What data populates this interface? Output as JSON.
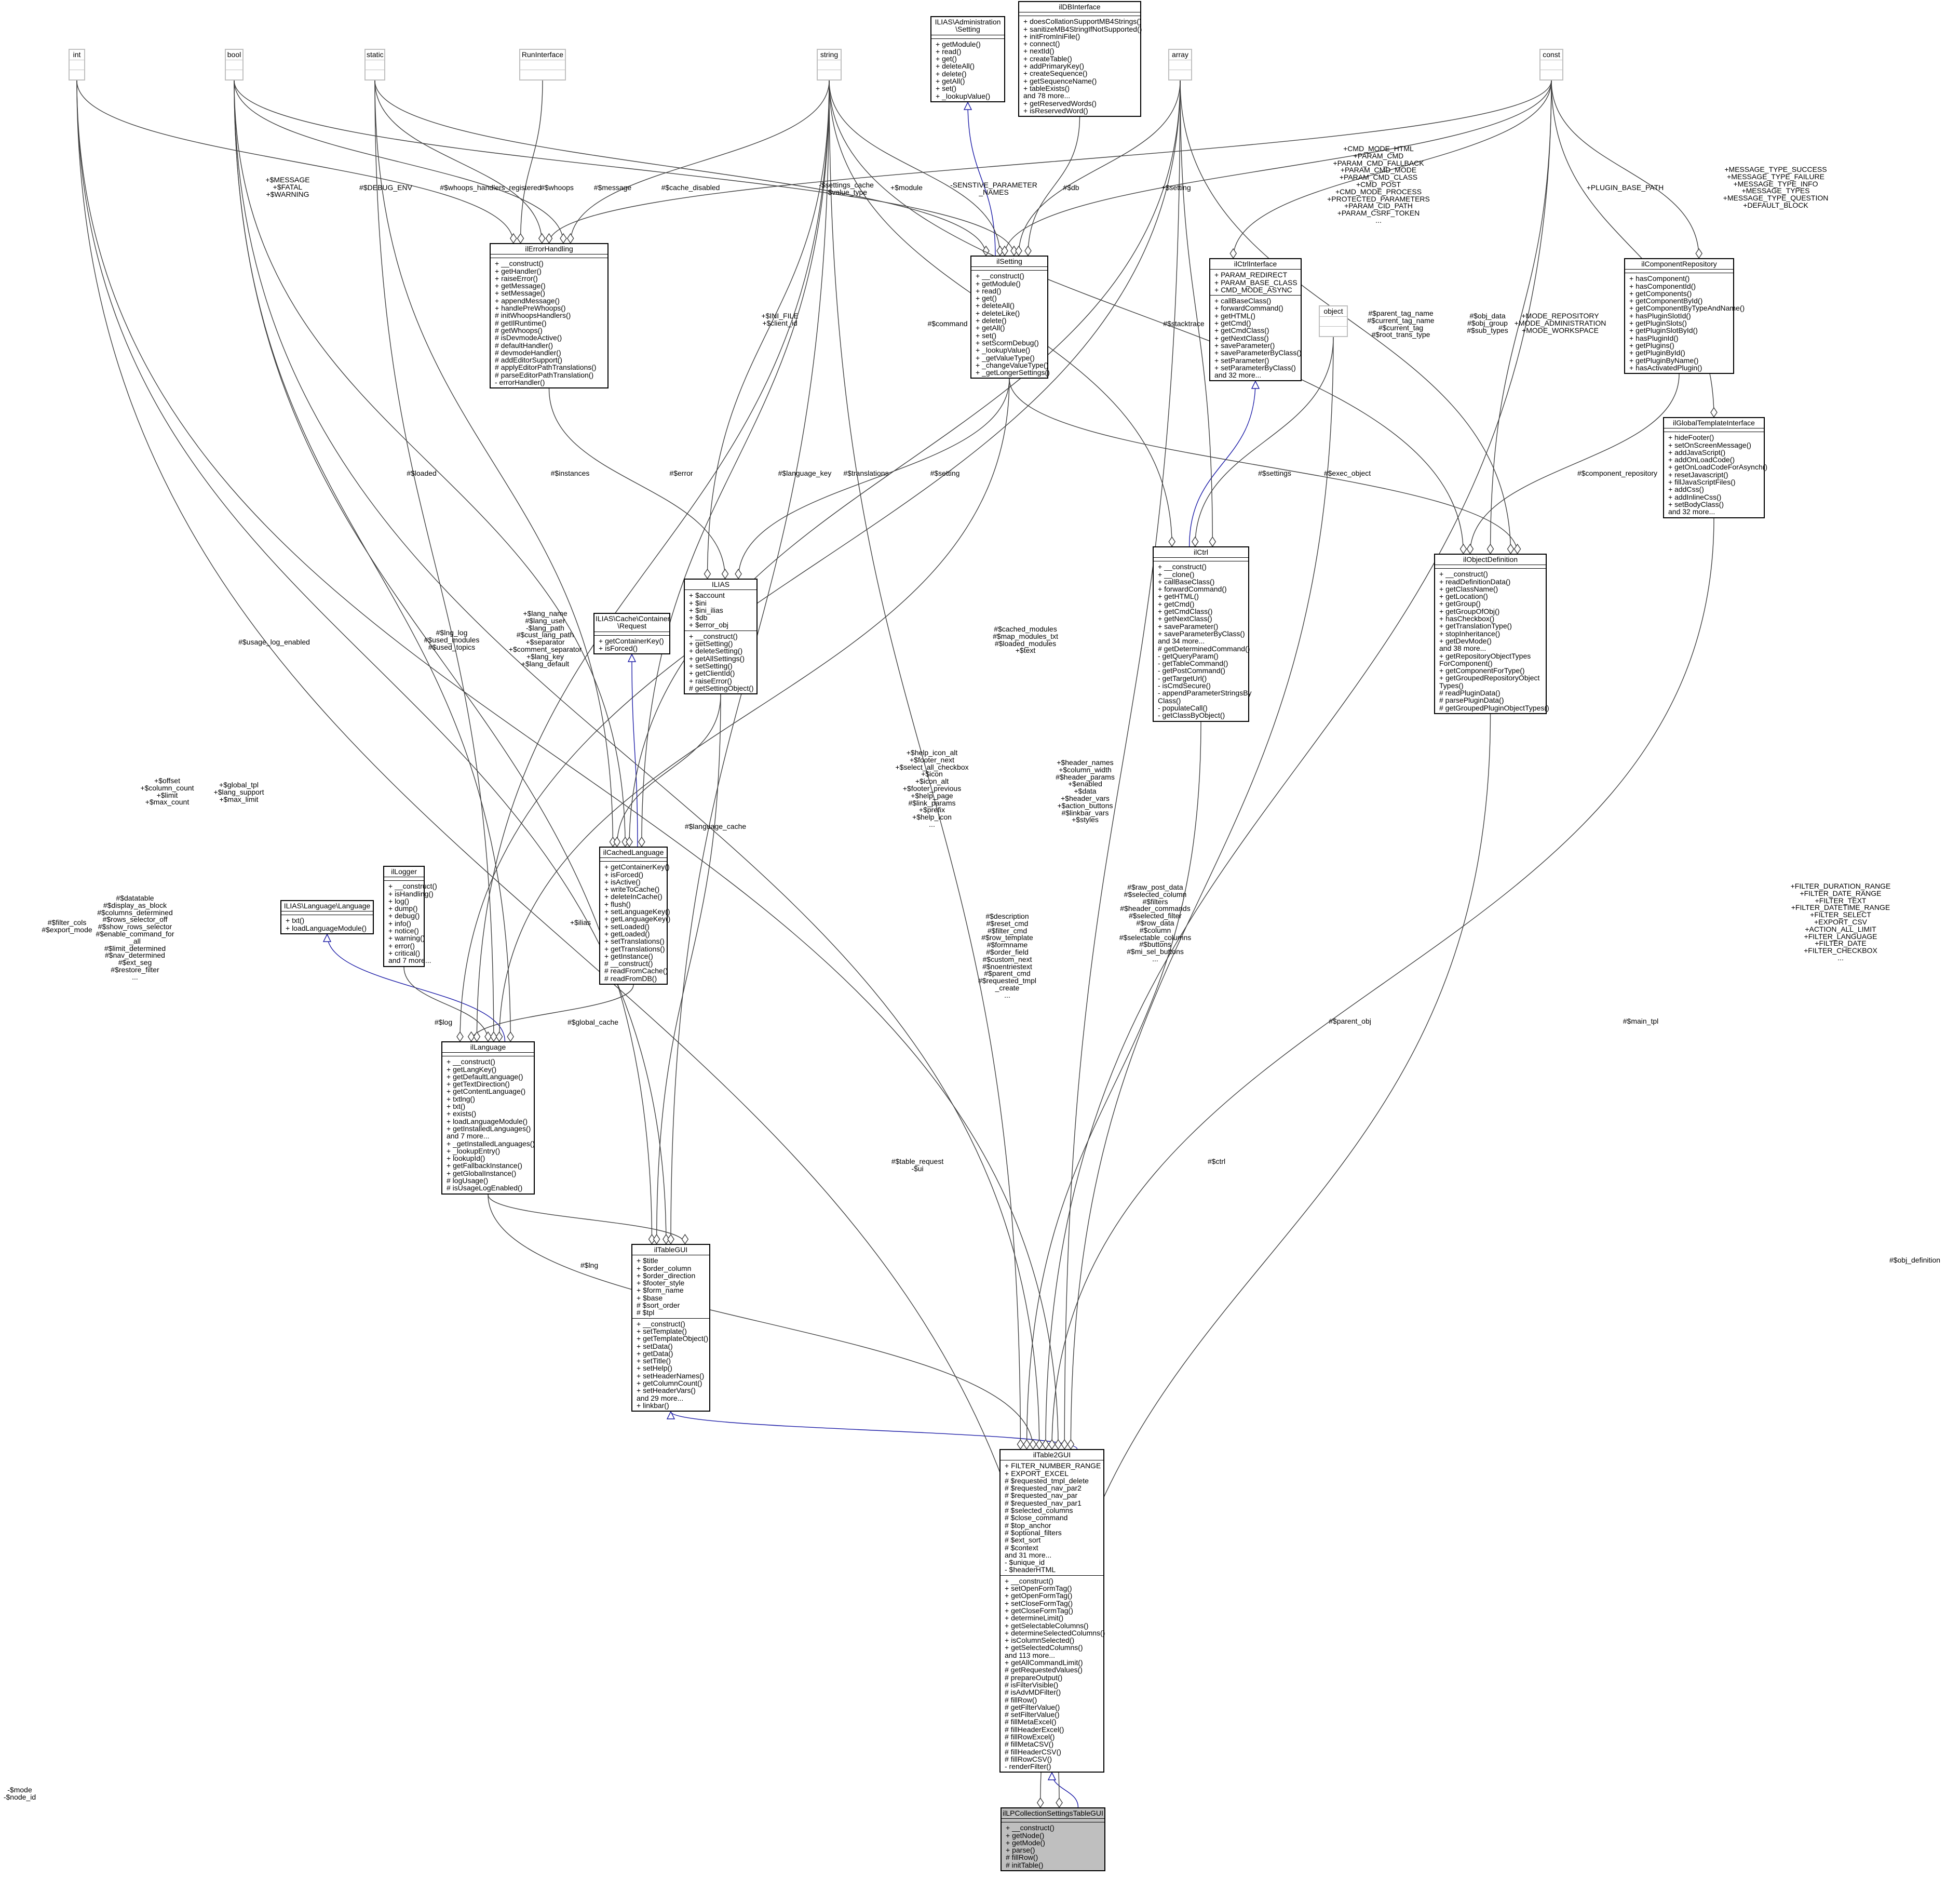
{
  "classes": [
    {
      "id": "int",
      "name": "int",
      "attrs": [],
      "methods": [],
      "plain": true
    },
    {
      "id": "bool",
      "name": "bool",
      "attrs": [],
      "methods": [],
      "plain": true
    },
    {
      "id": "static",
      "name": "static",
      "attrs": [],
      "methods": [],
      "plain": true
    },
    {
      "id": "RunInterface",
      "name": "RunInterface",
      "attrs": [],
      "methods": [],
      "plain": true
    },
    {
      "id": "string",
      "name": "string",
      "attrs": [],
      "methods": [],
      "plain": true
    },
    {
      "id": "array",
      "name": "array",
      "attrs": [],
      "methods": [],
      "plain": true
    },
    {
      "id": "const",
      "name": "const",
      "attrs": [],
      "methods": [],
      "plain": true
    },
    {
      "id": "object",
      "name": "object",
      "attrs": [],
      "methods": [],
      "plain": true
    },
    {
      "id": "ILIASAdminSetting",
      "name": "ILIAS\\Administration\n\\Setting",
      "attrs": [],
      "methods": [
        "+ getModule()",
        "+ read()",
        "+ get()",
        "+ deleteAll()",
        "+ delete()",
        "+ getAll()",
        "+ set()",
        "+ _lookupValue()"
      ]
    },
    {
      "id": "ilDBInterface",
      "name": "ilDBInterface",
      "attrs": [],
      "methods": [
        "+ doesCollationSupportMB4Strings()",
        "+ sanitizeMB4StringIfNotSupported()",
        "+ initFromIniFile()",
        "+ connect()",
        "+ nextId()",
        "+ createTable()",
        "+ addPrimaryKey()",
        "+ createSequence()",
        "+ getSequenceName()",
        "+ tableExists()",
        "and 78 more...",
        "+ getReservedWords()",
        "+ isReservedWord()"
      ]
    },
    {
      "id": "ilErrorHandling",
      "name": "ilErrorHandling",
      "attrs": [],
      "methods": [
        "+ __construct()",
        "+ getHandler()",
        "+ raiseError()",
        "+ getMessage()",
        "+ setMessage()",
        "+ appendMessage()",
        "+ handlePreWhoops()",
        "# initWhoopsHandlers()",
        "# getIlRuntime()",
        "# getWhoops()",
        "# isDevmodeActive()",
        "# defaultHandler()",
        "# devmodeHandler()",
        "# addEditorSupport()",
        "# applyEditorPathTranslations()",
        "# parseEditorPathTranslation()",
        "- errorHandler()"
      ]
    },
    {
      "id": "ilSetting",
      "name": "ilSetting",
      "attrs": [],
      "methods": [
        "+ __construct()",
        "+ getModule()",
        "+ read()",
        "+ get()",
        "+ deleteAll()",
        "+ deleteLike()",
        "+ delete()",
        "+ getAll()",
        "+ set()",
        "+ setScormDebug()",
        "+ _lookupValue()",
        "+ _getValueType()",
        "+ _changeValueType()",
        "+ _getLongerSettings()"
      ]
    },
    {
      "id": "ilCtrlInterface",
      "name": "ilCtrlInterface",
      "attrs": [
        "+ PARAM_REDIRECT",
        "+ PARAM_BASE_CLASS",
        "+ CMD_MODE_ASYNC"
      ],
      "methods": [
        "+ callBaseClass()",
        "+ forwardCommand()",
        "+ getHTML()",
        "+ getCmd()",
        "+ getCmdClass()",
        "+ getNextClass()",
        "+ saveParameter()",
        "+ saveParameterByClass()",
        "+ setParameter()",
        "+ setParameterByClass()",
        "and 32 more..."
      ]
    },
    {
      "id": "ilComponentRepository",
      "name": "ilComponentRepository",
      "attrs": [],
      "methods": [
        "+ hasComponent()",
        "+ hasComponentId()",
        "+ getComponents()",
        "+ getComponentById()",
        "+ getComponentByTypeAndName()",
        "+ hasPluginSlotId()",
        "+ getPluginSlots()",
        "+ getPluginSlotById()",
        "+ hasPluginId()",
        "+ getPlugins()",
        "+ getPluginById()",
        "+ getPluginByName()",
        "+ hasActivatedPlugin()"
      ]
    },
    {
      "id": "ilGlobalTemplateInterface",
      "name": "ilGlobalTemplateInterface",
      "attrs": [],
      "methods": [
        "+ hideFooter()",
        "+ setOnScreenMessage()",
        "+ addJavaScript()",
        "+ addOnLoadCode()",
        "+ getOnLoadCodeForAsynch()",
        "+ resetJavascript()",
        "+ fillJavaScriptFiles()",
        "+ addCss()",
        "+ addInlineCss()",
        "+ setBodyClass()",
        "and 32 more..."
      ]
    },
    {
      "id": "ILIAS",
      "name": "ILIAS",
      "attrs": [
        "+ $account",
        "+ $ini",
        "+ $ini_ilias",
        "+ $db",
        "+ $error_obj"
      ],
      "methods": [
        "+ __construct()",
        "+ getSetting()",
        "+ deleteSetting()",
        "+ getAllSettings()",
        "+ setSetting()",
        "+ getClientId()",
        "+ raiseError()",
        "# getSettingObject()"
      ]
    },
    {
      "id": "ilCtrl",
      "name": "ilCtrl",
      "attrs": [],
      "methods": [
        "+ __construct()",
        "+ __clone()",
        "+ callBaseClass()",
        "+ forwardCommand()",
        "+ getHTML()",
        "+ getCmd()",
        "+ getCmdClass()",
        "+ getNextClass()",
        "+ saveParameter()",
        "+ saveParameterByClass()",
        "and 34 more...",
        "# getDeterminedCommand()",
        "- getQueryParam()",
        "- getTableCommand()",
        "- getPostCommand()",
        "- getTargetUrl()",
        "- isCmdSecure()",
        "- appendParameterStringsBy",
        "Class()",
        "- populateCall()",
        "- getClassByObject()"
      ]
    },
    {
      "id": "ilObjectDefinition",
      "name": "ilObjectDefinition",
      "attrs": [],
      "methods": [
        "+ __construct()",
        "+ readDefinitionData()",
        "+ getClassName()",
        "+ getLocation()",
        "+ getGroup()",
        "+ getGroupOfObj()",
        "+ hasCheckbox()",
        "+ getTranslationType()",
        "+ stopInheritance()",
        "+ getDevMode()",
        "and 38 more...",
        "+ getRepositoryObjectTypes",
        "ForComponent()",
        "+ getComponentForType()",
        "+ getGroupedRepositoryObject",
        "Types()",
        "# readPluginData()",
        "# parsePluginData()",
        "# getGroupedPluginObjectTypes()"
      ]
    },
    {
      "id": "ILIASCacheRequest",
      "name": "ILIAS\\Cache\\Container\n\\Request",
      "attrs": [],
      "methods": [
        "+ getContainerKey()",
        "+ isForced()"
      ]
    },
    {
      "id": "ilCachedLanguage",
      "name": "ilCachedLanguage",
      "attrs": [],
      "methods": [
        "+ getContainerKey()",
        "+ isForced()",
        "+ isActive()",
        "+ writeToCache()",
        "+ deleteInCache()",
        "+ flush()",
        "+ setLanguageKey()",
        "+ getLanguageKey()",
        "+ setLoaded()",
        "+ getLoaded()",
        "+ setTranslations()",
        "+ getTranslations()",
        "+ getInstance()",
        "# __construct()",
        "# readFromCache()",
        "# readFromDB()"
      ]
    },
    {
      "id": "ILIASLanguage",
      "name": "ILIAS\\Language\\Language",
      "attrs": [],
      "methods": [
        "+ txt()",
        "+ loadLanguageModule()"
      ]
    },
    {
      "id": "ilLogger",
      "name": "ilLogger",
      "attrs": [],
      "methods": [
        "+ __construct()",
        "+ isHandling()",
        "+ log()",
        "+ dump()",
        "+ debug()",
        "+ info()",
        "+ notice()",
        "+ warning()",
        "+ error()",
        "+ critical()",
        "and 7 more..."
      ]
    },
    {
      "id": "ilLanguage",
      "name": "ilLanguage",
      "attrs": [],
      "methods": [
        "+ __construct()",
        "+ getLangKey()",
        "+ getDefaultLanguage()",
        "+ getTextDirection()",
        "+ getContentLanguage()",
        "+ txtlng()",
        "+ txt()",
        "+ exists()",
        "+ loadLanguageModule()",
        "+ getInstalledLanguages()",
        "and 7 more...",
        "+ _getInstalledLanguages()",
        "+ _lookupEntry()",
        "+ lookupId()",
        "+ getFallbackInstance()",
        "+ getGlobalInstance()",
        "# logUsage()",
        "# isUsageLogEnabled()"
      ]
    },
    {
      "id": "ilTableGUI",
      "name": "ilTableGUI",
      "attrs": [
        "+ $title",
        "+ $order_column",
        "+ $order_direction",
        "+ $footer_style",
        "+ $form_name",
        "+ $base",
        "# $sort_order",
        "# $tpl"
      ],
      "methods": [
        "+ __construct()",
        "+ setTemplate()",
        "+ getTemplateObject()",
        "+ setData()",
        "+ getData()",
        "+ setTitle()",
        "+ setHelp()",
        "+ setHeaderNames()",
        "+ getColumnCount()",
        "+ setHeaderVars()",
        "and 29 more...",
        "+ linkbar()"
      ]
    },
    {
      "id": "ilTable2GUI",
      "name": "ilTable2GUI",
      "attrs": [
        "+ FILTER_NUMBER_RANGE",
        "+ EXPORT_EXCEL",
        "# $requested_tmpl_delete",
        "# $requested_nav_par2",
        "# $requested_nav_par",
        "# $requested_nav_par1",
        "# $selected_columns",
        "# $close_command",
        "# $top_anchor",
        "# $optional_filters",
        "# $ext_sort",
        "# $context",
        "and 31 more...",
        "- $unique_id",
        "- $headerHTML"
      ],
      "methods": [
        "+ __construct()",
        "+ setOpenFormTag()",
        "+ getOpenFormTag()",
        "+ setCloseFormTag()",
        "+ getCloseFormTag()",
        "+ determineLimit()",
        "+ getSelectableColumns()",
        "+ determineSelectedColumns()",
        "+ isColumnSelected()",
        "+ getSelectedColumns()",
        "and 113 more...",
        "+ getAllCommandLimit()",
        "# getRequestedValues()",
        "# prepareOutput()",
        "# isFilterVisible()",
        "# isAdvMDFilter()",
        "# fillRow()",
        "# getFilterValue()",
        "# setFilterValue()",
        "# fillMetaExcel()",
        "# fillHeaderExcel()",
        "# fillRowExcel()",
        "# fillMetaCSV()",
        "# fillHeaderCSV()",
        "# fillRowCSV()",
        "- renderFilter()"
      ]
    },
    {
      "id": "ilLPCollectionSettingsTableGUI",
      "name": "ilLPCollectionSettingsTableGUI",
      "attrs": [],
      "methods": [
        "+ __construct()",
        "+ getNode()",
        "+ getMode()",
        "+ parse()",
        "# fillRow()",
        "# initTable()"
      ],
      "focus": true
    }
  ],
  "edge_labels": [
    {
      "id": "e_message",
      "text": "+$MESSAGE\n+$FATAL\n+$WARNING"
    },
    {
      "id": "e_debug",
      "text": "#$DEBUG_ENV"
    },
    {
      "id": "e_whoops_reg",
      "text": "#$whoops_handlers_registered"
    },
    {
      "id": "e_whoops",
      "text": "#$whoops"
    },
    {
      "id": "e_msg",
      "text": "#$message"
    },
    {
      "id": "e_cache_dis",
      "text": "#$cache_disabled"
    },
    {
      "id": "e_settings_cache",
      "text": "-$settings_cache\n-$value_type"
    },
    {
      "id": "e_module",
      "text": "+$module"
    },
    {
      "id": "e_sensitive",
      "text": "-SENSTIVE_PARAMETER\n_NAMES"
    },
    {
      "id": "e_db",
      "text": "#$db"
    },
    {
      "id": "e_setting_top",
      "text": "+$setting"
    },
    {
      "id": "e_cmd_mode",
      "text": "+CMD_MODE_HTML\n+PARAM_CMD\n+PARAM_CMD_FALLBACK\n+PARAM_CMD_MODE\n+PARAM_CMD_CLASS\n+CMD_POST\n+CMD_MODE_PROCESS\n+PROTECTED_PARAMETERS\n+PARAM_CID_PATH\n+PARAM_CSRF_TOKEN\n..."
    },
    {
      "id": "e_plugin_base",
      "text": "+PLUGIN_BASE_PATH"
    },
    {
      "id": "e_message_type",
      "text": "+MESSAGE_TYPE_SUCCESS\n+MESSAGE_TYPE_FAILURE\n+MESSAGE_TYPE_INFO\n+MESSAGE_TYPES\n+MESSAGE_TYPE_QUESTION\n+DEFAULT_BLOCK"
    },
    {
      "id": "e_ini_file",
      "text": "+$INI_FILE\n+$client_id"
    },
    {
      "id": "e_command",
      "text": "#$command"
    },
    {
      "id": "e_stacktrace",
      "text": "#$stacktrace"
    },
    {
      "id": "e_parent_tag",
      "text": "#$parent_tag_name\n#$current_tag_name\n#$current_tag\n#$root_trans_type"
    },
    {
      "id": "e_obj_data",
      "text": "#$obj_data\n#$obj_group\n#$sub_types"
    },
    {
      "id": "e_mode_repo",
      "text": "+MODE_REPOSITORY\n+MODE_ADMINISTRATION\n+MODE_WORKSPACE"
    },
    {
      "id": "e_loaded",
      "text": "#$loaded"
    },
    {
      "id": "e_instances",
      "text": "#$instances"
    },
    {
      "id": "e_error",
      "text": "#$error"
    },
    {
      "id": "e_language_key",
      "text": "#$language_key"
    },
    {
      "id": "e_translations",
      "text": "#$translations"
    },
    {
      "id": "e_setting_ilias",
      "text": "#$setting"
    },
    {
      "id": "e_settings",
      "text": "#$settings"
    },
    {
      "id": "e_exec_object",
      "text": "#$exec_object"
    },
    {
      "id": "e_component_repo",
      "text": "#$component_repository"
    },
    {
      "id": "e_usage_log",
      "text": "#$usage_log_enabled"
    },
    {
      "id": "e_lng_log",
      "text": "#$lng_log\n#$used_modules\n#$used_topics"
    },
    {
      "id": "e_lang_name",
      "text": "+$lang_name\n#$lang_user\n-$lang_path\n#$cust_lang_path\n+$separator\n+$comment_separator\n+$lang_key\n+$lang_default"
    },
    {
      "id": "e_cached_modules",
      "text": "#$cached_modules\n#$map_modules_txt\n#$loaded_modules\n+$text"
    },
    {
      "id": "e_language_cache",
      "text": "#$language_cache"
    },
    {
      "id": "e_help_icon",
      "text": "+$help_icon_alt\n+$footer_next\n+$select_all_checkbox\n+$icon\n+$icon_alt\n+$footer_previous\n+$help_page\n#$link_params\n+$prefix\n+$help_icon\n..."
    },
    {
      "id": "e_offset",
      "text": "+$offset\n+$column_count\n+$limit\n+$max_count"
    },
    {
      "id": "e_global_tpl",
      "text": "+$global_tpl\n+$lang_support\n+$max_limit"
    },
    {
      "id": "e_datatable",
      "text": "#$datatable\n#$display_as_block\n#$columns_determined\n#$rows_selector_off\n#$show_rows_selector\n#$enable_command_for\n_all\n#$limit_determined\n#$nav_determined\n#$ext_seg\n#$restore_filter\n..."
    },
    {
      "id": "e_filter_cols",
      "text": "#$filter_cols\n#$export_mode"
    },
    {
      "id": "e_ilias",
      "text": "+$ilias"
    },
    {
      "id": "e_header_names",
      "text": "+$header_names\n+$column_width\n#$header_params\n+$enabled\n+$data\n+$header_vars\n+$action_buttons\n#$linkbar_vars\n+$styles"
    },
    {
      "id": "e_raw_post",
      "text": "#$raw_post_data\n#$selected_column\n#$filters\n#$header_commands\n#$selected_filter\n#$row_data\n#$column\n#$selectable_columns\n#$buttons\n#$mi_sel_buttons\n..."
    },
    {
      "id": "e_description",
      "text": "#$description\n#$reset_cmd\n#$filter_cmd\n#$row_template\n#$formname\n#$order_field\n#$custom_next\n#$noentriestext\n#$parent_cmd\n#$requested_tmpl\n_create\n..."
    },
    {
      "id": "e_filter_duration",
      "text": "+FILTER_DURATION_RANGE\n+FILTER_DATE_RANGE\n+FILTER_TEXT\n+FILTER_DATETIME_RANGE\n+FILTER_SELECT\n+EXPORT_CSV\n+ACTION_ALL_LIMIT\n+FILTER_LANGUAGE\n+FILTER_DATE\n+FILTER_CHECKBOX\n..."
    },
    {
      "id": "e_log",
      "text": "#$log"
    },
    {
      "id": "e_global_cache",
      "text": "#$global_cache"
    },
    {
      "id": "e_lng",
      "text": "#$lng"
    },
    {
      "id": "e_table_request",
      "text": "#$table_request\n-$ui"
    },
    {
      "id": "e_ctrl",
      "text": "#$ctrl"
    },
    {
      "id": "e_parent_obj",
      "text": "#$parent_obj"
    },
    {
      "id": "e_main_tpl",
      "text": "#$main_tpl"
    },
    {
      "id": "e_obj_definition",
      "text": "#$obj_definition"
    },
    {
      "id": "e_mode_node",
      "text": "-$mode\n-$node_id"
    }
  ],
  "colors": {
    "line": "#404040",
    "inherit": "#1a1aa6",
    "focus_fill": "#bfbfbf",
    "plain_border": "#bfbfbf"
  }
}
